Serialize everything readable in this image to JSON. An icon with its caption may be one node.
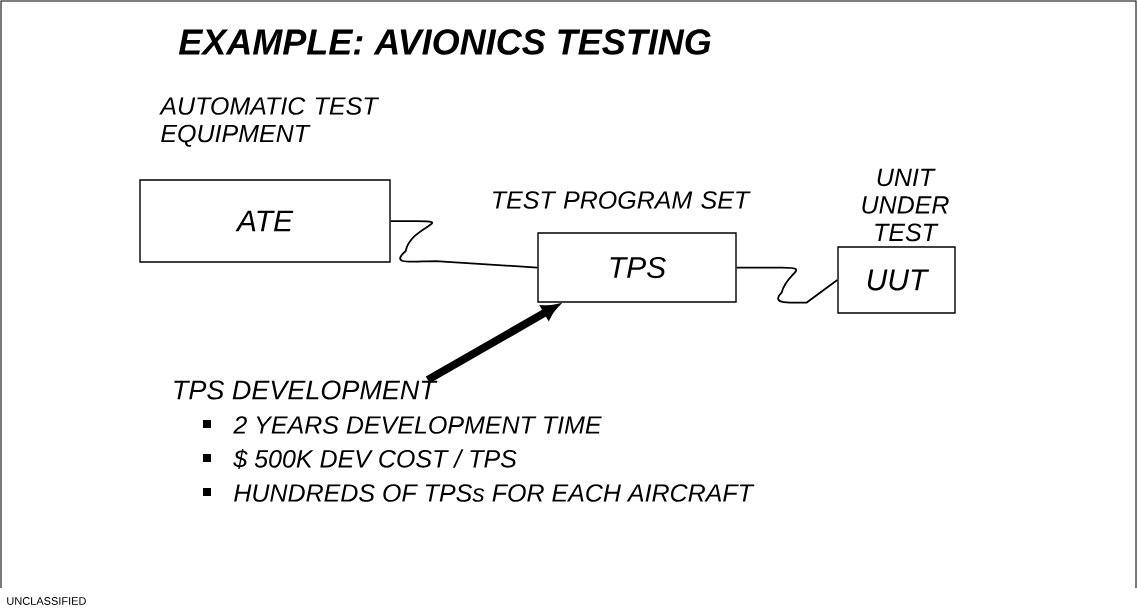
{
  "diagram": {
    "title": "EXAMPLE: AVIONICS TESTING",
    "nodes": [
      {
        "text": [
          "AUTOMATIC TEST EQUIPMENT",
          "ATE"
        ]
      },
      {
        "text": [
          "TEST PROGRAM SET",
          "TPS"
        ]
      },
      {
        "text": [
          "UNIT UNDER TEST",
          "UUT"
        ]
      },
      {
        "text": [
          "TPS  DEVELOPMENT"
        ]
      }
    ],
    "edges": [
      {
        "from": 0,
        "to": 1,
        "arrow": "none"
      },
      {
        "from": 1,
        "to": 2,
        "arrow": "none"
      },
      {
        "from": 3,
        "to": 1,
        "arrow": "to",
        "style": "thick"
      }
    ],
    "labels": [
      "2 YEARS DEVELOPMENT TIME",
      "$ 500K   DEV COST / TPS",
      "HUNDREDS OF TPSs FOR EACH AIRCRAFT",
      "UNCLASSIFIED"
    ]
  }
}
